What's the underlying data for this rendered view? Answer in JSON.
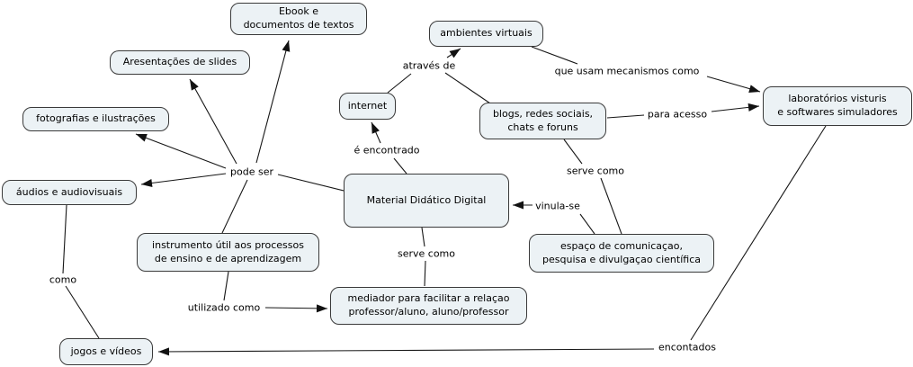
{
  "diagram": {
    "type": "concept-map",
    "language": "pt-BR",
    "colors": {
      "background": "#ffffff",
      "node_fill": "#ecf2f5",
      "node_border": "#3a3a3a",
      "line": "#161616",
      "text": "#000000"
    },
    "nodes": [
      {
        "id": "ebook",
        "label": "Ebook e\ndocumentos de textos"
      },
      {
        "id": "slides",
        "label": "Aresentações de slides"
      },
      {
        "id": "fotografias",
        "label": "fotografias e ilustrações"
      },
      {
        "id": "audios",
        "label": "áudios e audiovisuais"
      },
      {
        "id": "ambientes",
        "label": "ambientes virtuais"
      },
      {
        "id": "internet",
        "label": "internet"
      },
      {
        "id": "blogs",
        "label": "blogs, redes sociais,\nchats e foruns"
      },
      {
        "id": "laboratorios",
        "label": "laboratórios visturis\ne softwares simuladores"
      },
      {
        "id": "material",
        "label": "Material Didático Digital"
      },
      {
        "id": "instrumento",
        "label": "instrumento útil aos processos\nde ensino e de aprendizagem"
      },
      {
        "id": "espaco",
        "label": "espaço de comunicaçao,\npesquisa e divulgaçao científica"
      },
      {
        "id": "mediador",
        "label": "mediador para facilitar a relaçao\nprofessor/aluno, aluno/professor"
      },
      {
        "id": "jogos",
        "label": "jogos e vídeos"
      }
    ],
    "link_labels": [
      {
        "id": "atraves-de",
        "text": "através de"
      },
      {
        "id": "que-usam",
        "text": "que usam mecanismos como"
      },
      {
        "id": "para-acesso",
        "text": "para acesso"
      },
      {
        "id": "e-encontrado",
        "text": "é encontrado"
      },
      {
        "id": "serve-como-direita",
        "text": "serve como"
      },
      {
        "id": "pode-ser",
        "text": "pode ser"
      },
      {
        "id": "vinula-se",
        "text": "vinula-se"
      },
      {
        "id": "serve-como-centro",
        "text": "serve como"
      },
      {
        "id": "como",
        "text": "como"
      },
      {
        "id": "utilizado-como",
        "text": "utilizado como"
      },
      {
        "id": "encontados",
        "text": "encontados"
      }
    ],
    "edges": [
      {
        "from": "material",
        "label": "pode ser",
        "to": "ebook",
        "arrow": true
      },
      {
        "from": "material",
        "label": "pode ser",
        "to": "slides",
        "arrow": true
      },
      {
        "from": "material",
        "label": "pode ser",
        "to": "fotografias",
        "arrow": true
      },
      {
        "from": "material",
        "label": "pode ser",
        "to": "audios",
        "arrow": true
      },
      {
        "from": "material",
        "label": "pode ser",
        "to": "instrumento",
        "arrow": false
      },
      {
        "from": "material",
        "label": "é encontrado",
        "to": "internet",
        "arrow": true
      },
      {
        "from": "internet",
        "label": "através de",
        "to": "ambientes",
        "arrow": true
      },
      {
        "from": "blogs",
        "label": "através de",
        "to": "ambientes",
        "arrow": true
      },
      {
        "from": "ambientes",
        "label": "que usam mecanismos como",
        "to": "laboratorios",
        "arrow": true
      },
      {
        "from": "blogs",
        "label": "para acesso",
        "to": "laboratorios",
        "arrow": true
      },
      {
        "from": "blogs",
        "label": "serve como",
        "to": "espaco",
        "arrow": false
      },
      {
        "from": "espaco",
        "label": "vinula-se",
        "to": "material",
        "arrow": true
      },
      {
        "from": "material",
        "label": "serve como",
        "to": "mediador",
        "arrow": false
      },
      {
        "from": "instrumento",
        "label": "utilizado como",
        "to": "mediador",
        "arrow": true
      },
      {
        "from": "audios",
        "label": "como",
        "to": "jogos",
        "arrow": false
      },
      {
        "from": "laboratorios",
        "label": "encontados",
        "to": "jogos",
        "arrow": true
      }
    ]
  }
}
